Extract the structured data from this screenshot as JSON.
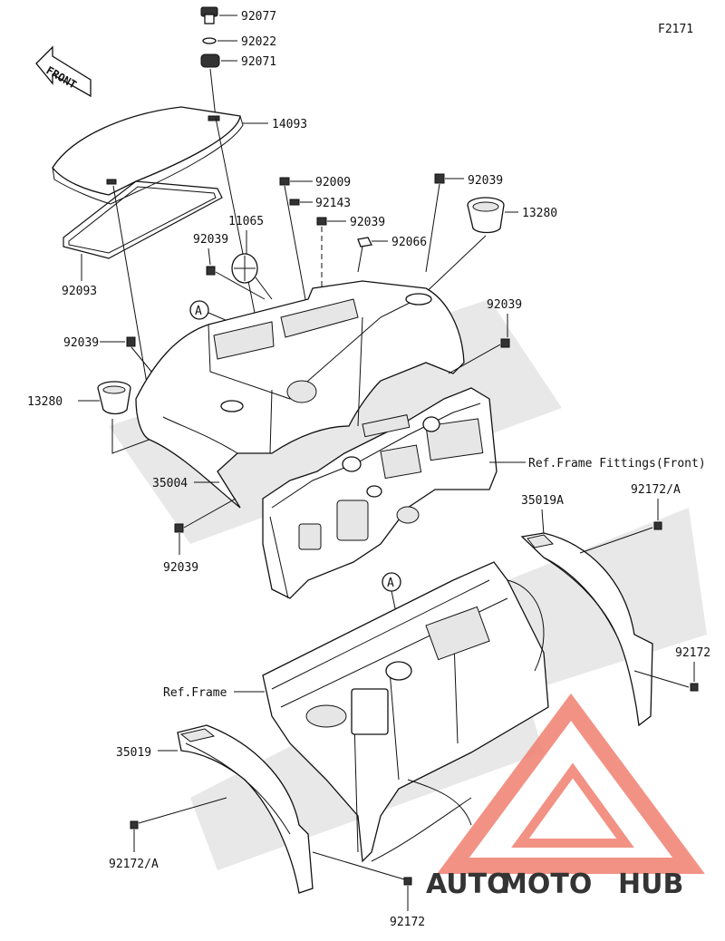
{
  "figure_code": "F2171",
  "front_arrow_label": "FRONT",
  "parts": {
    "p92077": "92077",
    "p92022": "92022",
    "p92071": "92071",
    "p14093": "14093",
    "p92093": "92093",
    "p92009": "92009",
    "p92143": "92143",
    "p92039_a": "92039",
    "p92039_b": "92039",
    "p92039_c": "92039",
    "p92039_d": "92039",
    "p92039_e": "92039",
    "p92039_f": "92039",
    "p92066": "92066",
    "p11065": "11065",
    "p13280_a": "13280",
    "p13280_b": "13280",
    "p35004": "35004",
    "p35019A": "35019A",
    "p35019": "35019",
    "p92172A_a": "92172/A",
    "p92172A_b": "92172/A",
    "p92172_a": "92172",
    "p92172_b": "92172"
  },
  "references": {
    "frame_fittings_front": "Ref.Frame Fittings(Front)",
    "frame": "Ref.Frame"
  },
  "callouts": {
    "a1": "A",
    "a2": "A"
  },
  "watermark": {
    "part1": "AUTO",
    "part2": "MOTO",
    "part3": "HUB",
    "color_main": "#f08070",
    "color_dark": "#555555"
  }
}
